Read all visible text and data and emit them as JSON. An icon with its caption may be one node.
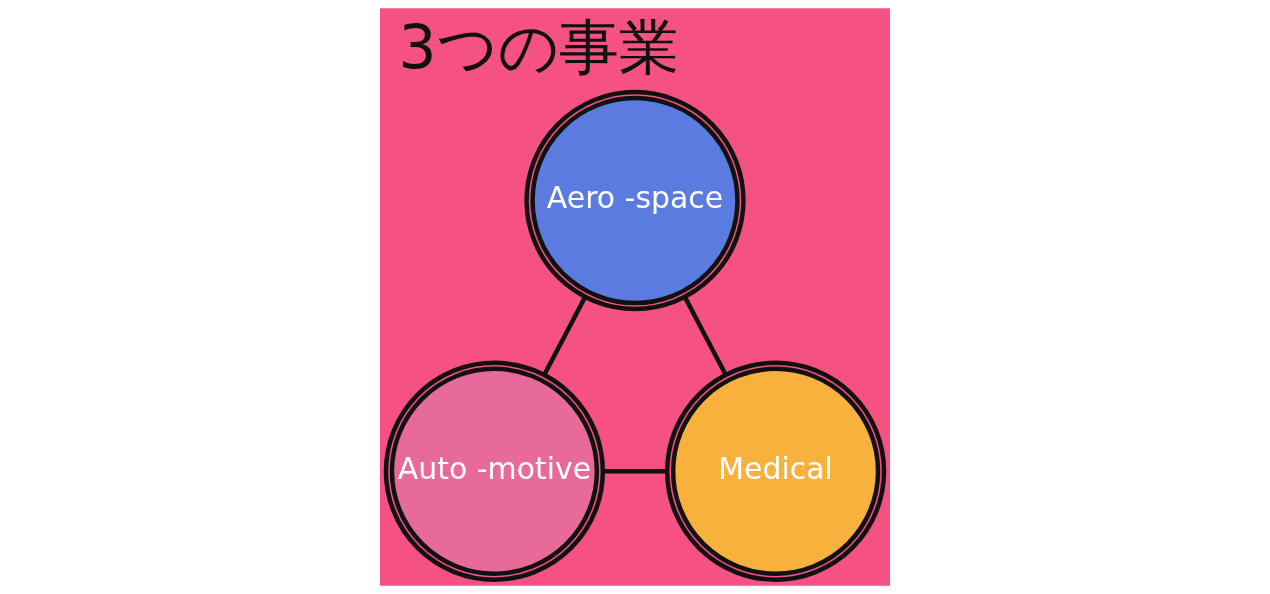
{
  "diagram": {
    "title": "3つの事業",
    "nodes": [
      {
        "text": [
          "Aero -space"
        ]
      },
      {
        "text": [
          "Auto -motive"
        ]
      },
      {
        "text": [
          "Medical"
        ]
      }
    ],
    "edges": [
      {
        "from": 0,
        "to": 1,
        "arrow": "none"
      },
      {
        "from": 0,
        "to": 2,
        "arrow": "none"
      },
      {
        "from": 1,
        "to": 2,
        "arrow": "none"
      }
    ]
  }
}
